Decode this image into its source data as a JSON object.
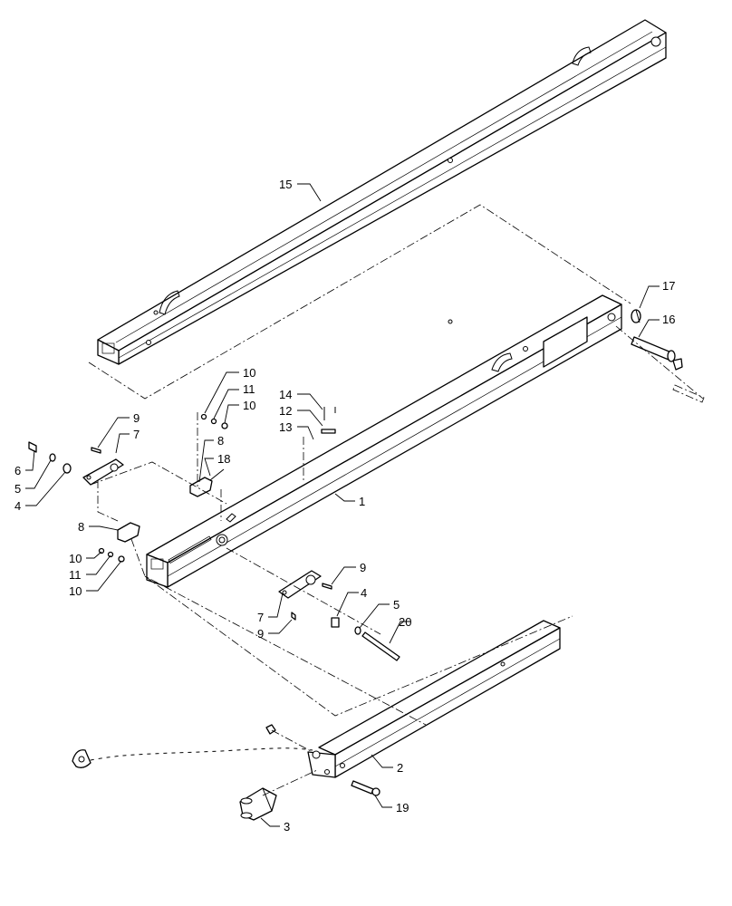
{
  "callouts": [
    {
      "id": "c15",
      "text": "15"
    },
    {
      "id": "c17",
      "text": "17"
    },
    {
      "id": "c16",
      "text": "16"
    },
    {
      "id": "c10a",
      "text": "10"
    },
    {
      "id": "c11a",
      "text": "11"
    },
    {
      "id": "c10b",
      "text": "10"
    },
    {
      "id": "c14",
      "text": "14"
    },
    {
      "id": "c12",
      "text": "12"
    },
    {
      "id": "c13",
      "text": "13"
    },
    {
      "id": "c9a",
      "text": "9"
    },
    {
      "id": "c7a",
      "text": "7"
    },
    {
      "id": "c8a",
      "text": "8"
    },
    {
      "id": "c18",
      "text": "18"
    },
    {
      "id": "c6",
      "text": "6"
    },
    {
      "id": "c5a",
      "text": "5"
    },
    {
      "id": "c4a",
      "text": "4"
    },
    {
      "id": "c1",
      "text": "1"
    },
    {
      "id": "c8b",
      "text": "8"
    },
    {
      "id": "c10c",
      "text": "10"
    },
    {
      "id": "c11b",
      "text": "11"
    },
    {
      "id": "c10d",
      "text": "10"
    },
    {
      "id": "c9b",
      "text": "9"
    },
    {
      "id": "c7b",
      "text": "7"
    },
    {
      "id": "c4b",
      "text": "4"
    },
    {
      "id": "c5b",
      "text": "5"
    },
    {
      "id": "c20",
      "text": "20"
    },
    {
      "id": "c9c",
      "text": "9"
    },
    {
      "id": "c2",
      "text": "2"
    },
    {
      "id": "c19",
      "text": "19"
    },
    {
      "id": "c3",
      "text": "3"
    }
  ]
}
